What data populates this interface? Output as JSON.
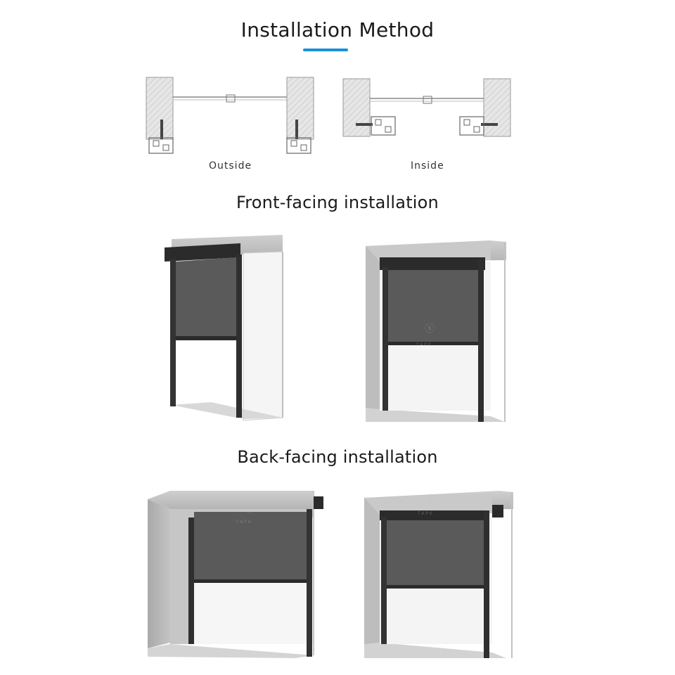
{
  "header": {
    "title": "Installation Method",
    "accent_color": "#1a8fd6"
  },
  "installation_method": {
    "outside_label": "Outside",
    "inside_label": "Inside"
  },
  "sections": {
    "front_title": "Front-facing installation",
    "back_title": "Back-facing installation"
  },
  "watermark": "TAPK",
  "colors": {
    "wall": "#b8b8b8",
    "wall_dark": "#9a9a9a",
    "frame": "#2b2b2b",
    "screen": "#555555"
  }
}
